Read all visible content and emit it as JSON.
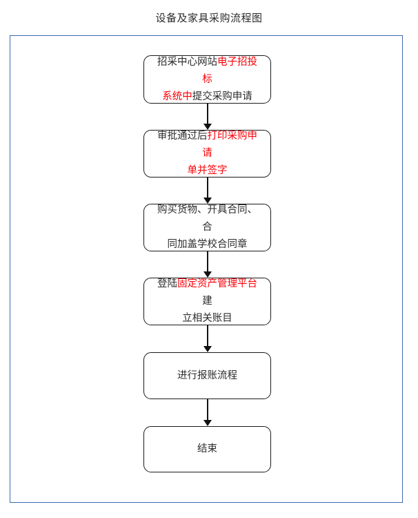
{
  "title": "设备及家具采购流程图",
  "colors": {
    "frame_border": "#3b68b0",
    "node_border": "#1a1a1a",
    "node_fill": "#ffffff",
    "text": "#2b2b2b",
    "highlight": "#fb0007",
    "arrow": "#111111"
  },
  "flowchart": {
    "type": "flowchart",
    "orientation": "vertical",
    "node_count": 6,
    "nodes": [
      {
        "id": "node-1",
        "shape": "rounded-rect",
        "lines": [
          [
            {
              "text": "招采中心网站",
              "color": "black"
            },
            {
              "text": "电子招投标",
              "color": "red"
            }
          ],
          [
            {
              "text": "系统中",
              "color": "red"
            },
            {
              "text": "提交采购申请",
              "color": "black"
            }
          ]
        ],
        "plain_text": "招采中心网站电子招投标系统中提交采购申请"
      },
      {
        "id": "node-2",
        "shape": "rounded-rect",
        "lines": [
          [
            {
              "text": "审批通过后",
              "color": "black"
            },
            {
              "text": "打印采购申请",
              "color": "red"
            }
          ],
          [
            {
              "text": "单并签字",
              "color": "red"
            }
          ]
        ],
        "plain_text": "审批通过后打印采购申请单并签字"
      },
      {
        "id": "node-3",
        "shape": "rounded-rect",
        "lines": [
          [
            {
              "text": "购买货物、开具合同、合",
              "color": "black"
            }
          ],
          [
            {
              "text": "同加盖学校合同章",
              "color": "black"
            }
          ]
        ],
        "plain_text": "购买货物、开具合同、合同加盖学校合同章"
      },
      {
        "id": "node-4",
        "shape": "rounded-rect",
        "lines": [
          [
            {
              "text": "登陆",
              "color": "black"
            },
            {
              "text": "固定资产管理平台",
              "color": "red"
            },
            {
              "text": "建",
              "color": "black"
            }
          ],
          [
            {
              "text": "立相关账目",
              "color": "black"
            }
          ]
        ],
        "plain_text": "登陆固定资产管理平台建立相关账目"
      },
      {
        "id": "node-5",
        "shape": "rounded-rect",
        "lines": [
          [
            {
              "text": "进行报账流程",
              "color": "black"
            }
          ]
        ],
        "plain_text": "进行报账流程"
      },
      {
        "id": "node-6",
        "shape": "rounded-rect",
        "lines": [
          [
            {
              "text": "结束",
              "color": "black"
            }
          ]
        ],
        "plain_text": "结束"
      }
    ],
    "edges": [
      {
        "id": "edge-1",
        "from": "node-1",
        "to": "node-2",
        "style": "solid-arrow-down",
        "label": ""
      },
      {
        "id": "edge-2",
        "from": "node-2",
        "to": "node-3",
        "style": "solid-arrow-down",
        "label": ""
      },
      {
        "id": "edge-3",
        "from": "node-3",
        "to": "node-4",
        "style": "solid-arrow-down",
        "label": ""
      },
      {
        "id": "edge-4",
        "from": "node-4",
        "to": "node-5",
        "style": "solid-arrow-down",
        "label": ""
      },
      {
        "id": "edge-5",
        "from": "node-5",
        "to": "node-6",
        "style": "solid-arrow-down",
        "label": ""
      }
    ]
  }
}
